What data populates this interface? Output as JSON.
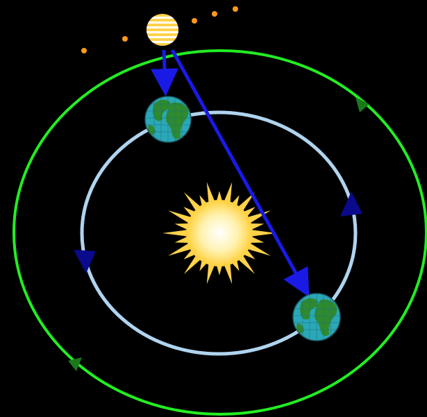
{
  "diagram": {
    "background": "#000000",
    "colors": {
      "outer_orbit": "#22ee22",
      "outer_orbit_arrow": "#1a7a1a",
      "inner_orbit": "#b0d4ef",
      "inner_orbit_arrow": "#0a0a8c",
      "sight_line": "#1a1ae6",
      "sun_core": "#fff6c8",
      "sun_rays": "#ffd24a",
      "earth_ocean": "#2aa8b8",
      "earth_land": "#2e8b2e",
      "planet_body": "#ffd24a",
      "planet_bands": "#ffffff",
      "dot": "#ff9a1a"
    },
    "objects": [
      {
        "name": "sun",
        "icon": "sun-icon"
      },
      {
        "name": "earth-position-1",
        "icon": "earth-icon"
      },
      {
        "name": "earth-position-2",
        "icon": "earth-icon"
      },
      {
        "name": "outer-planet",
        "icon": "planet-icon"
      }
    ],
    "orbits": [
      {
        "name": "earth-orbit",
        "direction": "counter-clockwise"
      },
      {
        "name": "outer-planet-orbit",
        "direction": "counter-clockwise"
      }
    ],
    "sight_lines": 2,
    "trail_dots": 5
  }
}
